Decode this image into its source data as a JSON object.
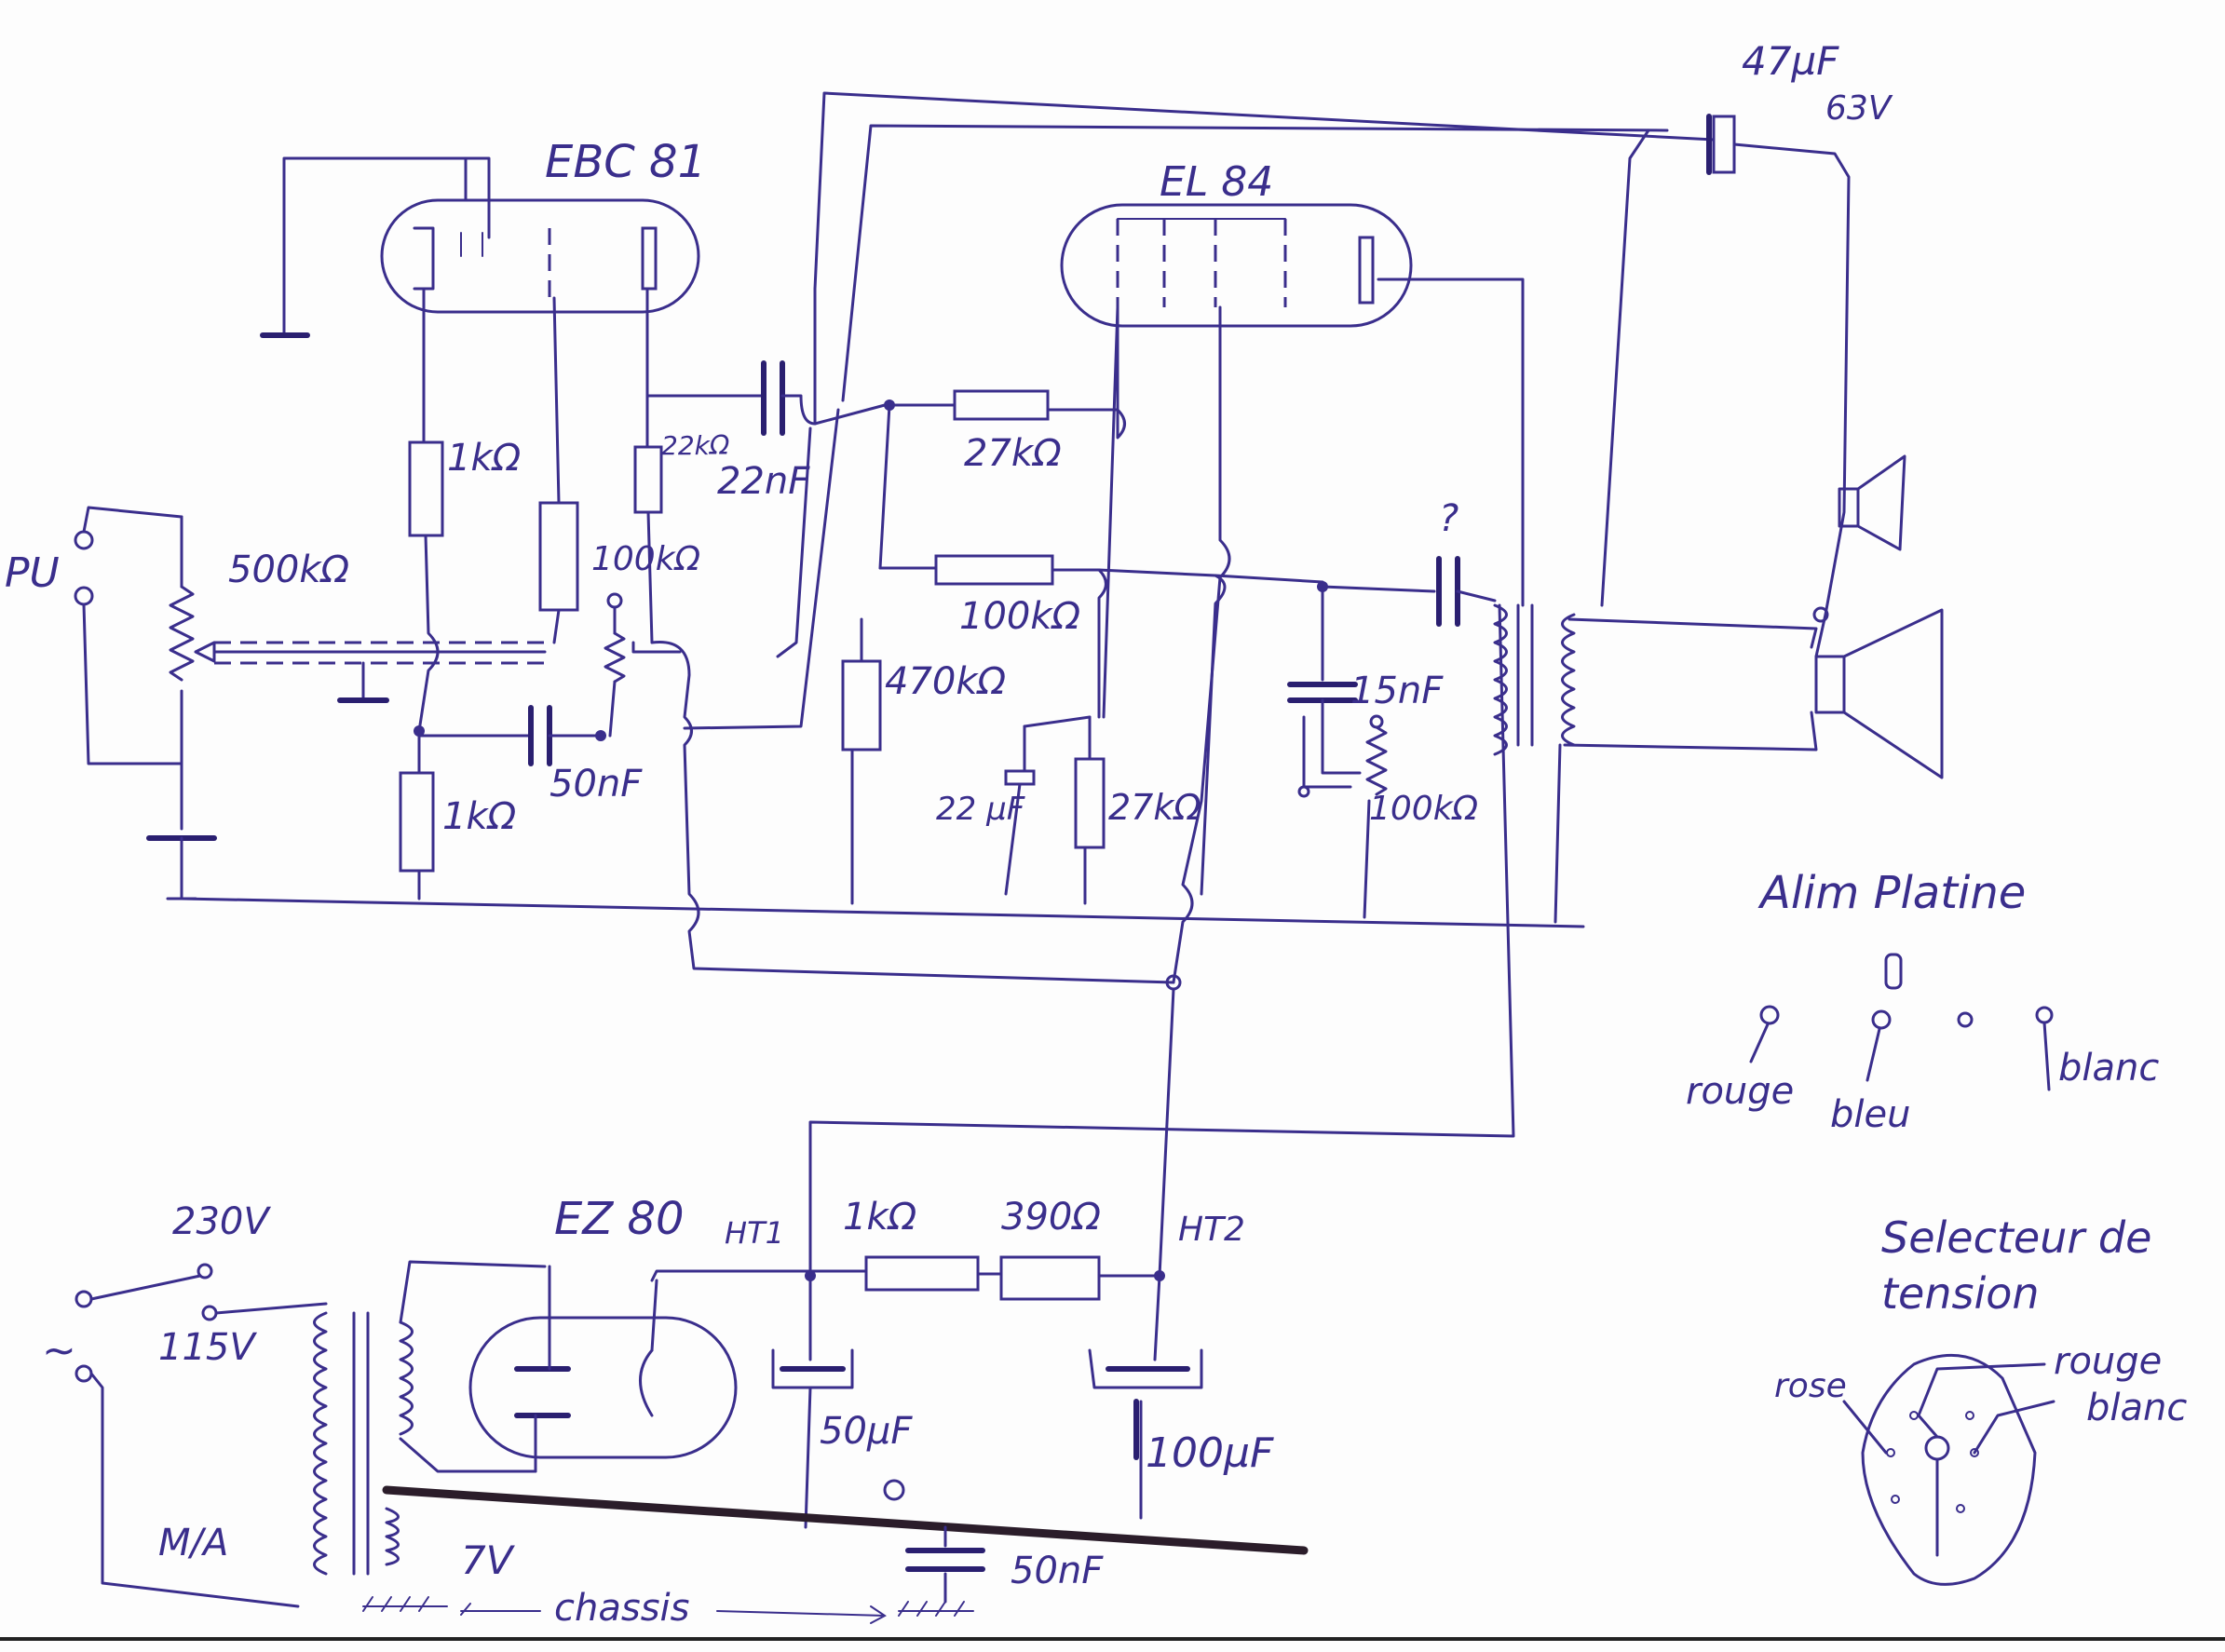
{
  "tubes": {
    "preamp": "EBC 81",
    "output": "EL 84",
    "rectifier": "EZ 80"
  },
  "inputs": {
    "pickup": "PU"
  },
  "components": {
    "volume_pot": "500kΩ",
    "r_cathode_ebc": "1kΩ",
    "r_grid_ebc": "1kΩ",
    "r_anode_ebc": "22kΩ",
    "pot_tone_ebc": "100kΩ",
    "c_coupling_ebc": "50nF",
    "c_coupling_el": "22nF",
    "r_grid_stop": "27kΩ",
    "r_feedback": "100kΩ",
    "r_grid_leak": "470kΩ",
    "c_cathode_el": "22 µF",
    "r_cathode_el": "27kΩ",
    "c_tone": "15nF",
    "pot_tone_el": "100kΩ",
    "c_question": "?",
    "c_hv_filter": "47µF",
    "c_hv_voltage": "63V"
  },
  "power": {
    "ht1_label": "HT1",
    "ht2_label": "HT2",
    "r_ht1": "1kΩ",
    "r_ht2": "390Ω",
    "c_ht1": "50µF",
    "c_ht2": "100µF",
    "c_chassis": "50nF",
    "mains_230": "230V",
    "mains_115": "115V",
    "mains_switch": "M/A",
    "heater": "7V",
    "chassis_label": "chassis",
    "mains_symbol": "~"
  },
  "notes": {
    "alim_platine_title": "Alim Platine",
    "wire_rouge": "rouge",
    "wire_bleu": "bleu",
    "wire_blanc": "blanc",
    "selector_title_line1": "Selecteur de",
    "selector_title_line2": "tension",
    "sel_rose": "rose",
    "sel_rouge": "rouge",
    "sel_blanc": "blanc"
  }
}
